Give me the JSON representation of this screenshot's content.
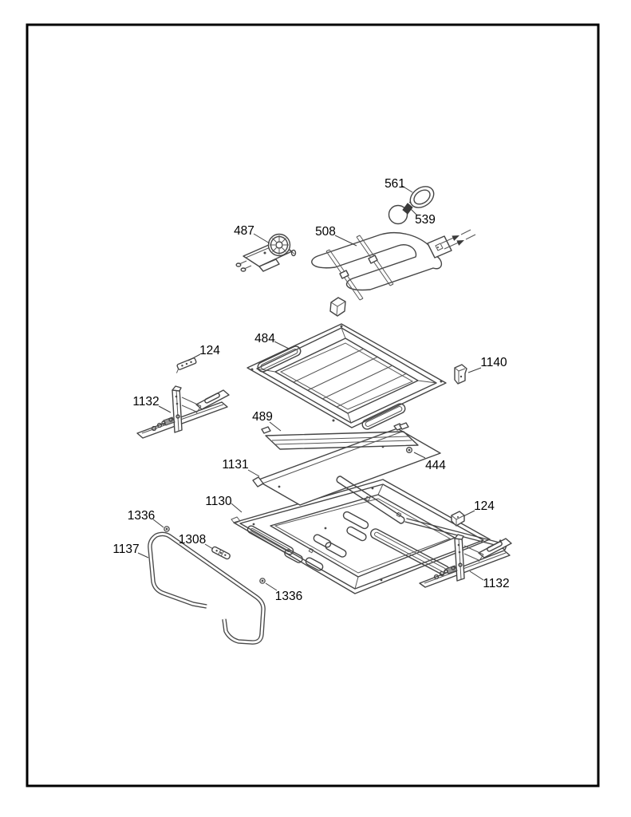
{
  "diagram": {
    "type": "exploded-parts-diagram",
    "subject": "oven top panel, broil element and hinge assembly",
    "colors": {
      "line": "#454545",
      "border": "#000000",
      "background": "#ffffff"
    },
    "callouts": [
      {
        "text": "561",
        "part": "lamp-lens-ring"
      },
      {
        "text": "539",
        "part": "oven-lamp-bulb"
      },
      {
        "text": "487",
        "part": "convection-fan-motor"
      },
      {
        "text": "508",
        "part": "broil-element"
      },
      {
        "text": "484",
        "part": "oven-top-panel"
      },
      {
        "text": "1140",
        "part": "mounting-bracket-right"
      },
      {
        "text": "124",
        "part": "clip-left"
      },
      {
        "text": "1132",
        "part": "door-hinge-left"
      },
      {
        "text": "489",
        "part": "support-frame"
      },
      {
        "text": "444",
        "part": "screw"
      },
      {
        "text": "1131",
        "part": "heat-shield-panel"
      },
      {
        "text": "1130",
        "part": "vented-base-panel"
      },
      {
        "text": "124",
        "part": "clip-right"
      },
      {
        "text": "1132",
        "part": "door-hinge-right"
      },
      {
        "text": "1336",
        "part": "screw-upper-left"
      },
      {
        "text": "1308",
        "part": "retainer-clip"
      },
      {
        "text": "1137",
        "part": "door-gasket"
      },
      {
        "text": "1336",
        "part": "screw-lower"
      }
    ]
  }
}
